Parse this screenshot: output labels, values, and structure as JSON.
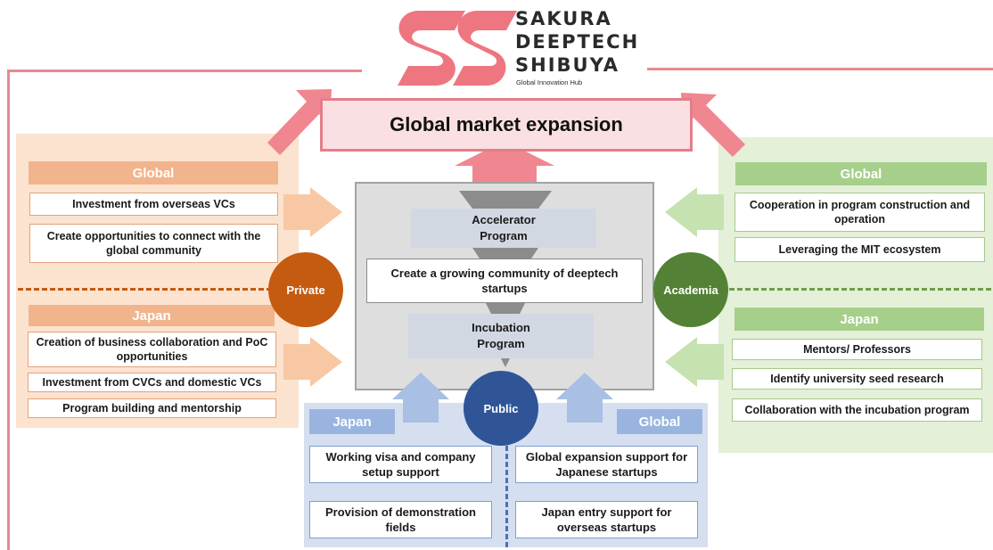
{
  "logo": {
    "line1": "SAKURA",
    "line2": "DEEPTECH",
    "line3": "SHIBUYA",
    "subtitle": "Global Innovation Hub"
  },
  "title": "Global market expansion",
  "private": {
    "circle_label": "Private",
    "global": {
      "header": "Global",
      "items": [
        "Investment from overseas VCs",
        "Create opportunities to connect with the global community"
      ]
    },
    "japan": {
      "header": "Japan",
      "items": [
        "Creation of business collaboration and PoC opportunities",
        "Investment from CVCs and domestic VCs",
        "Program building and mentorship"
      ]
    }
  },
  "academia": {
    "circle_label": "Academia",
    "global": {
      "header": "Global",
      "items": [
        "Cooperation in program construction and operation",
        "Leveraging the MIT ecosystem"
      ]
    },
    "japan": {
      "header": "Japan",
      "items": [
        "Mentors/ Professors",
        "Identify university seed research",
        "Collaboration with the incubation program"
      ]
    }
  },
  "center": {
    "accelerator": "Accelerator Program",
    "community": "Create a growing community of deeptech startups",
    "incubation": "Incubation Program"
  },
  "public": {
    "circle_label": "Public",
    "japan": {
      "header": "Japan",
      "items": [
        "Working visa and company setup support",
        "Provision of demonstration fields"
      ]
    },
    "global": {
      "header": "Global",
      "items": [
        "Global expansion support for Japanese startups",
        "Japan entry support for overseas startups"
      ]
    }
  },
  "colors": {
    "pink": "#e47d8a",
    "orange": "#c55a11",
    "green": "#538135",
    "blue": "#2f5597"
  }
}
